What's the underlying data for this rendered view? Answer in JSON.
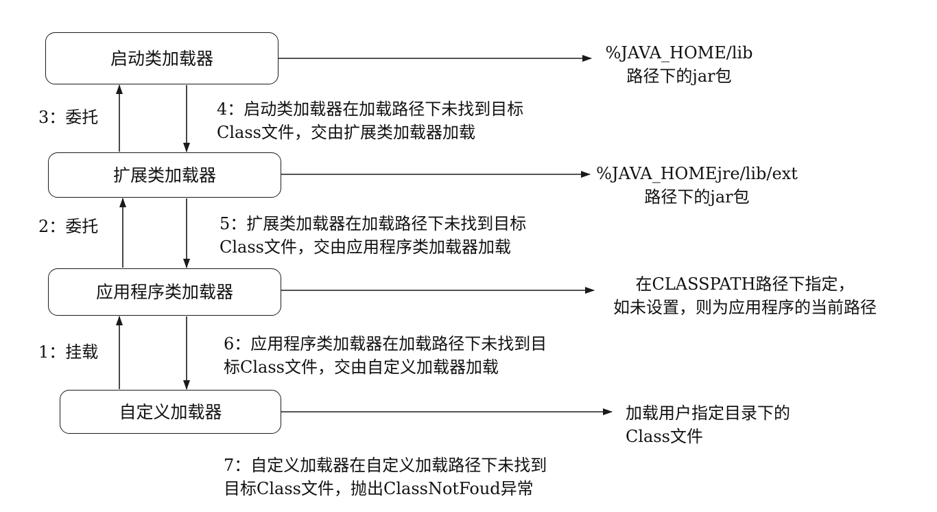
{
  "loaders": {
    "bootstrap": "启动类加载器",
    "extension": "扩展类加载器",
    "application": "应用程序类加载器",
    "custom": "自定义加载器"
  },
  "paths": {
    "bootstrap": [
      "%JAVA_HOME/lib",
      "路径下的jar包"
    ],
    "extension": [
      "%JAVA_HOMEjre/lib/ext",
      "路径下的jar包"
    ],
    "application": [
      "在CLASSPATH路径下指定，",
      "如未设置，则为应用程序的当前路径"
    ],
    "custom": [
      "加载用户指定目录下的",
      "Class文件"
    ]
  },
  "steps": {
    "delegate3": "3：委托",
    "delegate2": "2：委托",
    "mount1": "1：挂载",
    "step4": [
      "4：启动类加载器在加载路径下未找到目标",
      "Class文件，交由扩展类加载器加载"
    ],
    "step5": [
      "5：扩展类加载器在加载路径下未找到目标",
      "Class文件，交由应用程序类加载器加载"
    ],
    "step6": [
      "6：应用程序类加载器在加载路径下未找到目",
      "标Class文件，交由自定义加载器加载"
    ],
    "step7": [
      "7：自定义加载器在自定义加载路径下未找到",
      "目标Class文件，抛出ClassNotFoud异常"
    ]
  }
}
